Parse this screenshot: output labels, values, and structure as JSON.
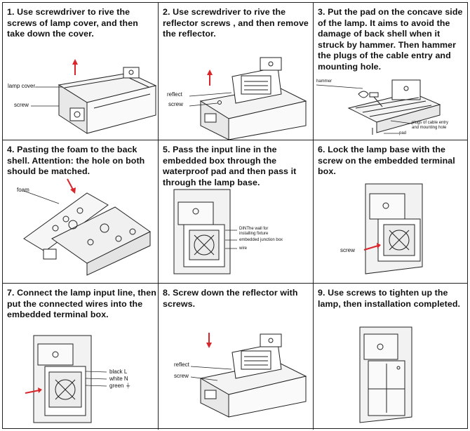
{
  "colors": {
    "arrow": "#d9262a",
    "line": "#222222",
    "paper": "#ffffff"
  },
  "steps": [
    {
      "caption": "1. Use screwdriver to rive the screws of lamp cover, and then take down the cover.",
      "labels": [
        "lamp cover",
        "screw"
      ]
    },
    {
      "caption": "2. Use screwdriver to rive the reflector screws , and then remove the reflector.",
      "labels": [
        "reflect",
        "screw"
      ]
    },
    {
      "caption": "3. Put the pad on the concave side of the lamp. It aims to avoid the damage of back shell when it struck by hammer. Then hammer the plugs of the cable entry and mounting hole.",
      "labels": [
        "hammer",
        "plugs of cable entry and mounting hole",
        "pad"
      ]
    },
    {
      "caption": "4. Pasting the foam to the back shell. Attention: the hole on both should be matched.",
      "labels": [
        "foam"
      ]
    },
    {
      "caption": "5. Pass the input line in the embedded box through the waterproof pad and then pass it through the lamp base.",
      "labels": [
        "DINThe wall for installing fixture",
        "embedded junction box",
        "wire"
      ]
    },
    {
      "caption": "6. Lock the lamp base with the screw on the embedded terminal box.",
      "labels": [
        "screw"
      ]
    },
    {
      "caption": "7. Connect the lamp input line, then put the connected wires into the embedded terminal box.",
      "labels": [
        "black L",
        "white N",
        "green ⏚"
      ]
    },
    {
      "caption": "8. Screw down the reflector with screws.",
      "labels": [
        "reflect",
        "screw"
      ]
    },
    {
      "caption": "9. Use screws to tighten up the lamp, then installation completed.",
      "labels": []
    }
  ]
}
